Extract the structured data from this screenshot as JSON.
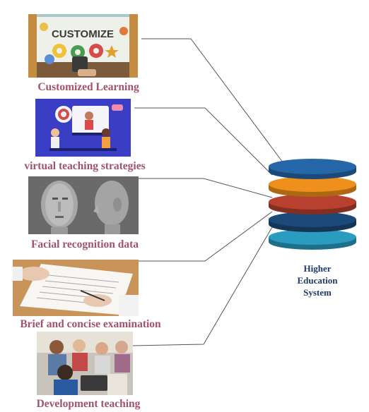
{
  "items": [
    {
      "label": "Customized Learning",
      "image_text": "CUSTOMIZE"
    },
    {
      "label": "virtual teaching strategies"
    },
    {
      "label": "Facial recognition data"
    },
    {
      "label": "Brief and concise examination"
    },
    {
      "label": "Development teaching"
    }
  ],
  "hub": {
    "line1": "Higher",
    "line2": "Education",
    "line3": "System",
    "layer_colors": [
      "#2567a8",
      "#f0901c",
      "#b8402e",
      "#1c4a78",
      "#2a9cc0"
    ]
  },
  "colors": {
    "caption": "#a0526e",
    "hub_text": "#1e3a66",
    "lines": "#555555"
  }
}
